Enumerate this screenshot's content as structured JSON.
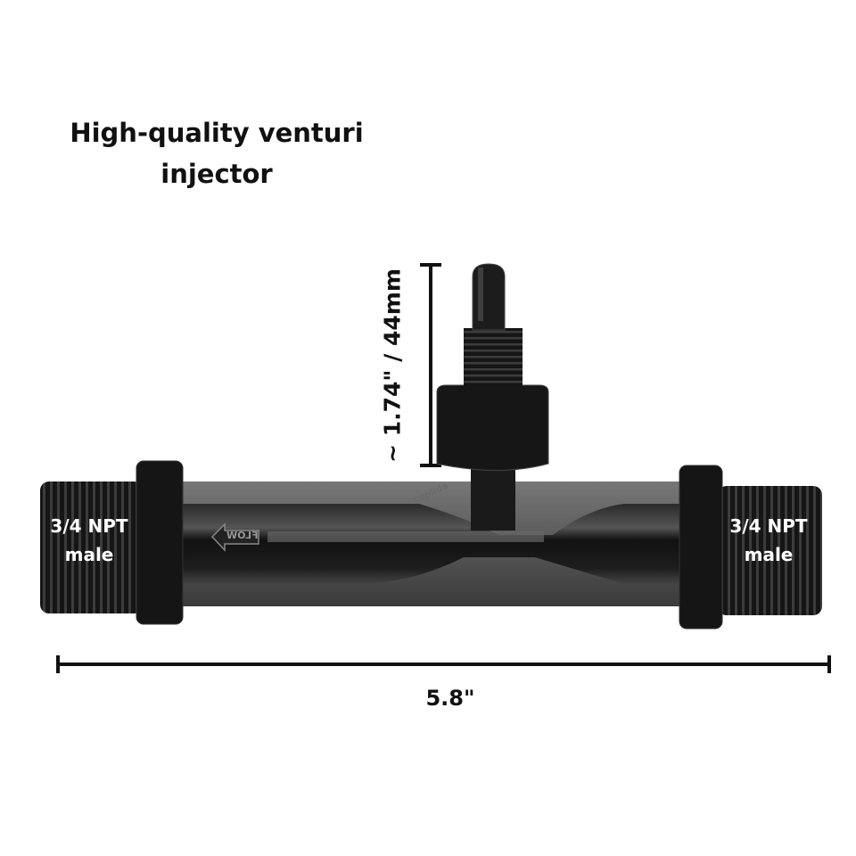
{
  "title": {
    "line1": "High-quality venturi",
    "line2": "injector"
  },
  "dimensions": {
    "height_label": "~ 1.74\" / 44mm",
    "length_label": "5.8\""
  },
  "ports": {
    "left": {
      "line1": "3/4 NPT",
      "line2": "male"
    },
    "right": {
      "line1": "3/4 NPT",
      "line2": "male"
    }
  },
  "product_markings": {
    "flow_arrow": "FLOW",
    "watermark": "Caplide"
  },
  "colors": {
    "body": "#1a1a1a",
    "highlight": "#8a8a8a",
    "text": "#111111"
  }
}
